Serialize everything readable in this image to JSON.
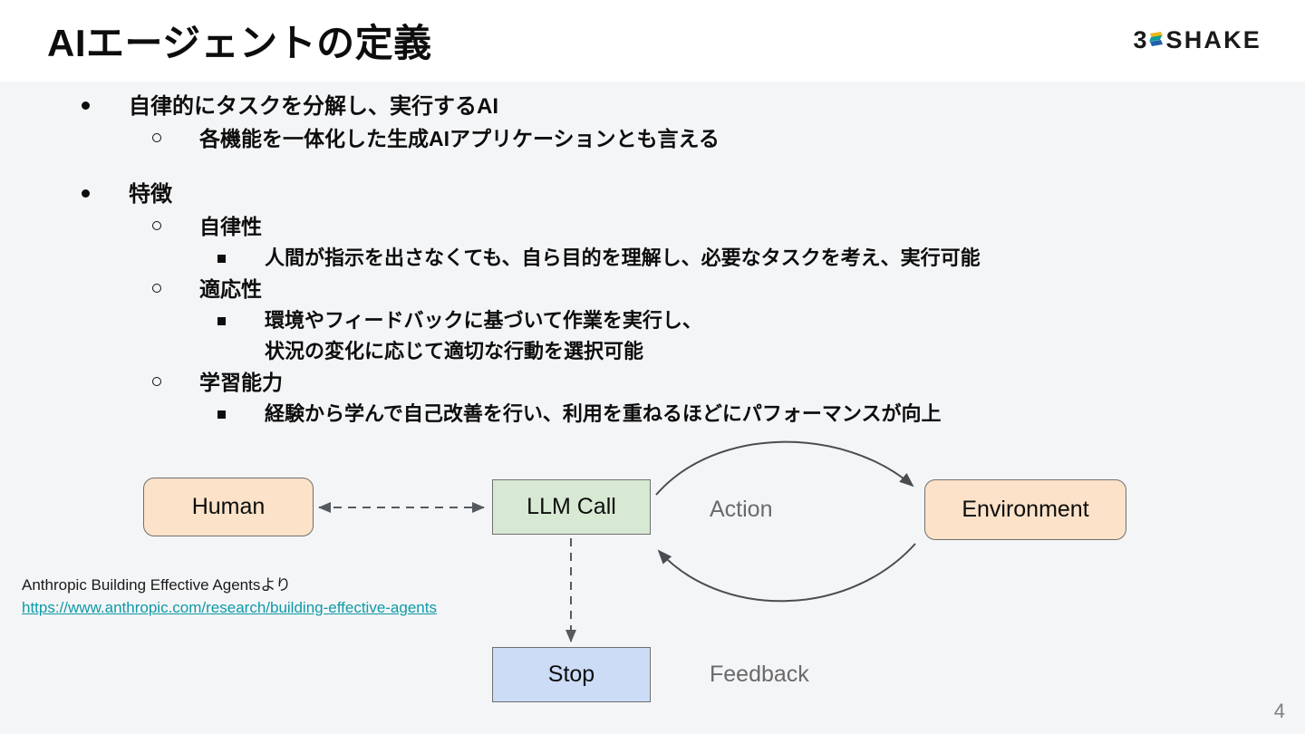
{
  "header": {
    "title": "AIエージェントの定義",
    "logo": {
      "prefix": "3",
      "mark": "layers-logo-icon",
      "suffix": "SHAKE",
      "colors": {
        "teal": "#0f9b9b",
        "yellow": "#e8b71a",
        "blue": "#1f5fa9",
        "text": "#1a1a1a"
      }
    }
  },
  "bullets": [
    {
      "level": 1,
      "marker": "disc",
      "text": "自律的にタスクを分解し、実行するAI"
    },
    {
      "level": 2,
      "marker": "circle",
      "text": "各機能を一体化した生成AIアプリケーションとも言える"
    },
    {
      "level": 1,
      "marker": "disc",
      "text": "特徴"
    },
    {
      "level": 2,
      "marker": "circle",
      "text": "自律性"
    },
    {
      "level": 3,
      "marker": "square",
      "text": "人間が指示を出さなくても、自ら目的を理解し、必要なタスクを考え、実行可能"
    },
    {
      "level": 2,
      "marker": "circle",
      "text": "適応性"
    },
    {
      "level": 3,
      "marker": "square",
      "text": "環境やフィードバックに基づいて作業を実行し、",
      "continuation": "状況の変化に応じて適切な行動を選択可能"
    },
    {
      "level": 2,
      "marker": "circle",
      "text": "学習能力"
    },
    {
      "level": 3,
      "marker": "square",
      "text": "経験から学んで自己改善を行い、利用を重ねるほどにパフォーマンスが向上"
    }
  ],
  "diagram": {
    "nodes": {
      "human": {
        "label": "Human",
        "fill": "#fbe2c8",
        "shape": "rounded-rect"
      },
      "llm": {
        "label": "LLM Call",
        "fill": "#d8e9d3",
        "shape": "rect"
      },
      "environment": {
        "label": "Environment",
        "fill": "#fbe2c8",
        "shape": "rounded-rect"
      },
      "stop": {
        "label": "Stop",
        "fill": "#ccdcf6",
        "shape": "rect"
      }
    },
    "edges": {
      "human_llm": {
        "label": "",
        "style": "dashed",
        "direction": "bidirectional"
      },
      "llm_stop": {
        "label": "",
        "style": "dashed",
        "direction": "down"
      },
      "action": {
        "label": "Action",
        "style": "solid",
        "direction": "llm-to-environment"
      },
      "feedback": {
        "label": "Feedback",
        "style": "solid",
        "direction": "environment-to-llm"
      }
    }
  },
  "citation": {
    "source": "Anthropic Building Effective Agentsより",
    "link": "https://www.anthropic.com/research/building-effective-agents",
    "link_color": "#0e9aa7"
  },
  "footer": {
    "page_number": "4"
  }
}
